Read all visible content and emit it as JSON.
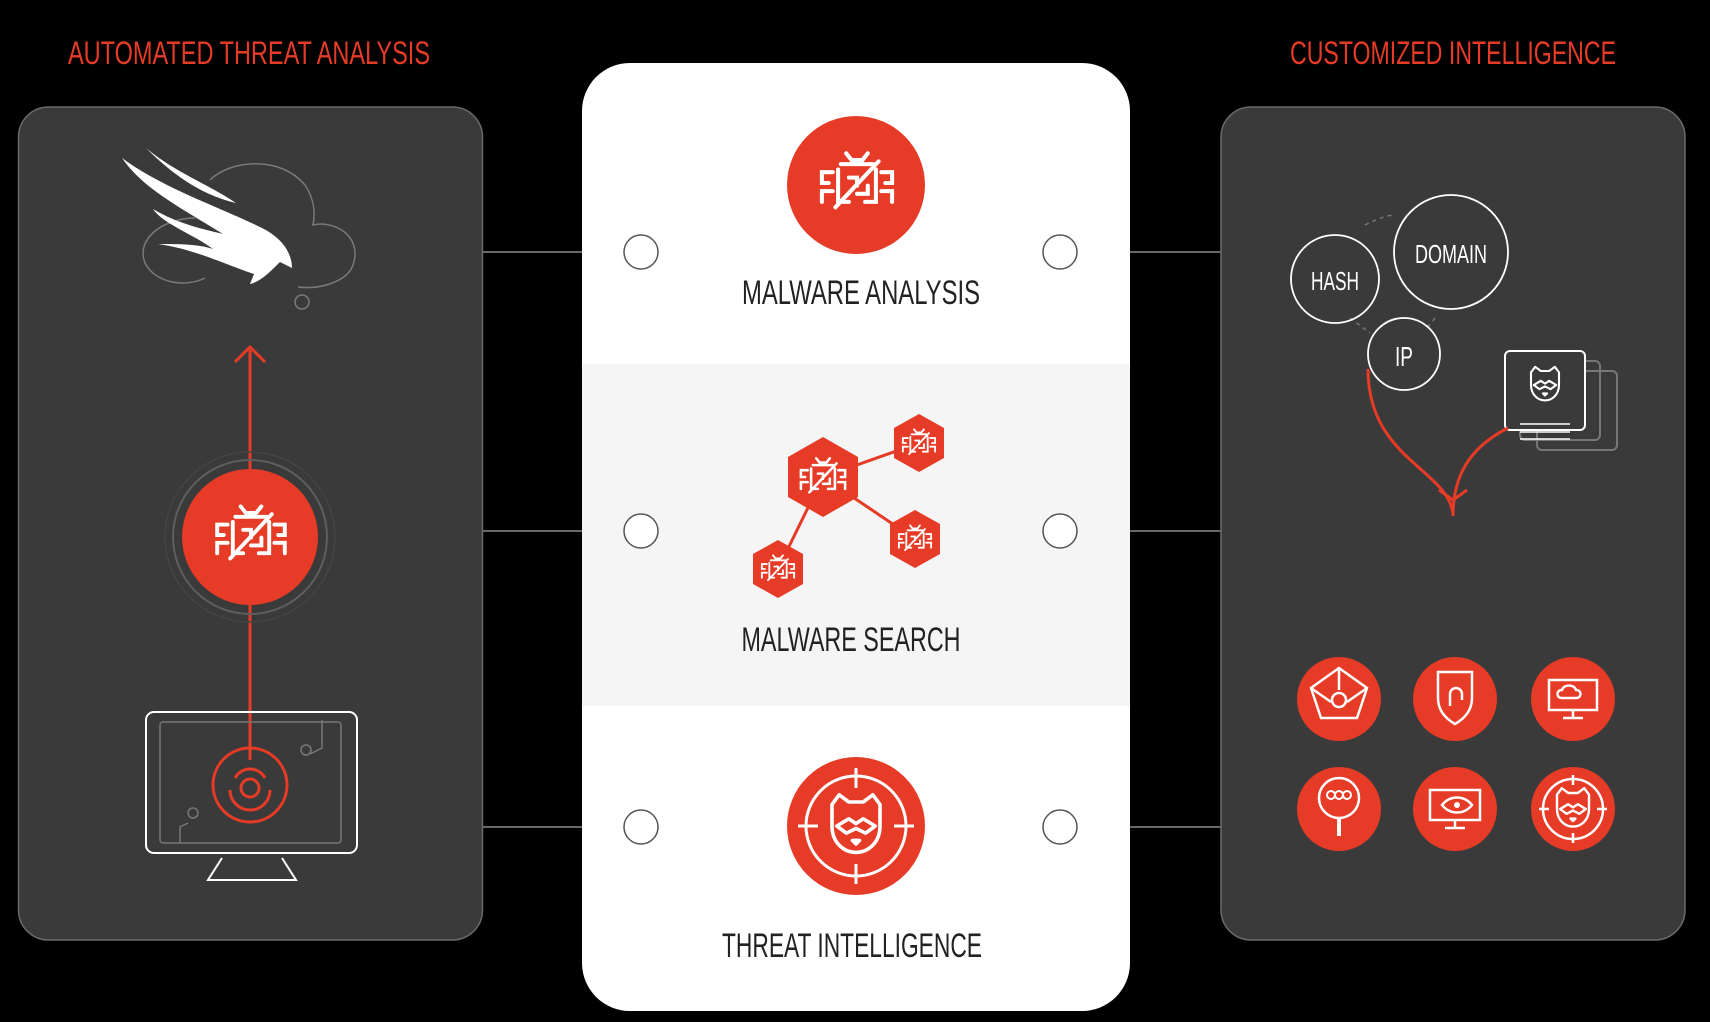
{
  "left_panel": {
    "title": "AUTOMATED THREAT ANALYSIS"
  },
  "right_panel": {
    "title": "CUSTOMIZED INTELLIGENCE",
    "indicators": [
      "HASH",
      "DOMAIN",
      "IP"
    ]
  },
  "center_panel": {
    "sections": [
      {
        "label": "MALWARE ANALYSIS"
      },
      {
        "label": "MALWARE SEARCH"
      },
      {
        "label": "THREAT INTELLIGENCE"
      }
    ]
  },
  "colors": {
    "accent": "#e63b26",
    "panel": "#3a3a3a",
    "background": "#000000",
    "center": "#ffffff",
    "center_band": "#f5f5f5"
  }
}
